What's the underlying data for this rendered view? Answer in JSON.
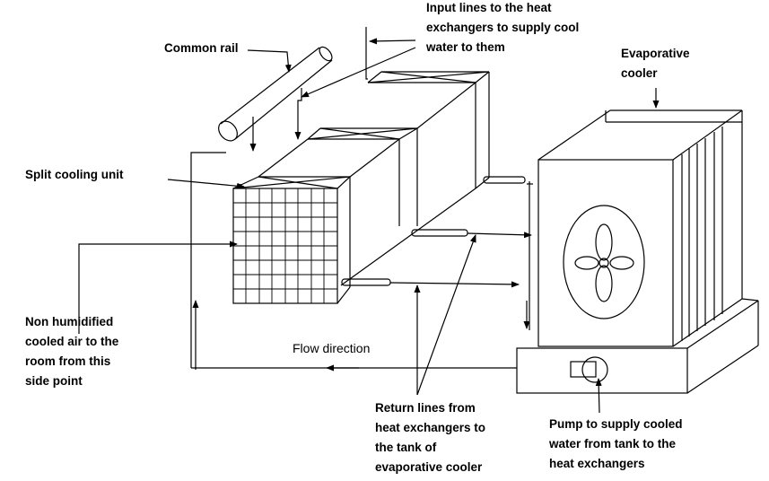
{
  "labels": {
    "input_lines": [
      "Input lines to the heat",
      "exchangers to supply cool",
      "water to them"
    ],
    "common_rail": "Common rail",
    "evaporative_cooler": [
      "Evaporative",
      "cooler"
    ],
    "split_cooling_unit": "Split cooling unit",
    "non_humidified": [
      "Non humidified",
      "cooled air to the",
      "room from this",
      "side point"
    ],
    "flow_direction": "Flow direction",
    "return_lines": [
      "Return lines from",
      "heat exchangers to",
      "the tank of",
      "evaporative cooler"
    ],
    "pump": [
      "Pump to supply cooled",
      "water from tank to the",
      "heat exchangers"
    ]
  },
  "colors": {
    "stroke": "#000000",
    "background": "#ffffff"
  }
}
